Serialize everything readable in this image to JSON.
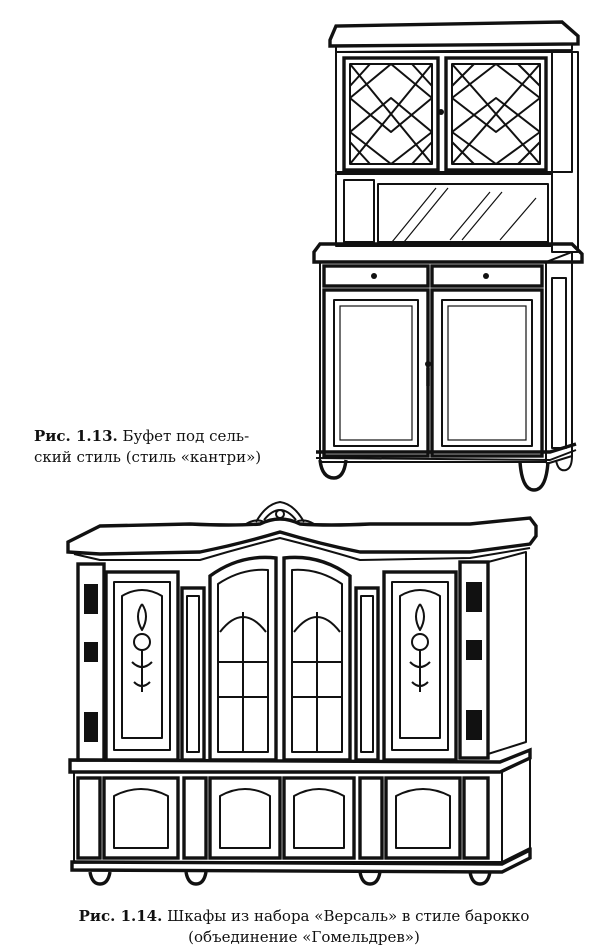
{
  "captions": {
    "fig_1_13": {
      "number": "Рис. 1.13.",
      "text_line1": "Буфет под сель-",
      "text_line2": "ский стиль (стиль «кантри»)"
    },
    "fig_1_14": {
      "number": "Рис. 1.14.",
      "text_line1": "Шкафы из набора «Версаль» в стиле барокко",
      "text_line2": "(объединение «Гомельдрев»)"
    }
  },
  "colors": {
    "ink": "#111111",
    "paper": "#ffffff"
  }
}
